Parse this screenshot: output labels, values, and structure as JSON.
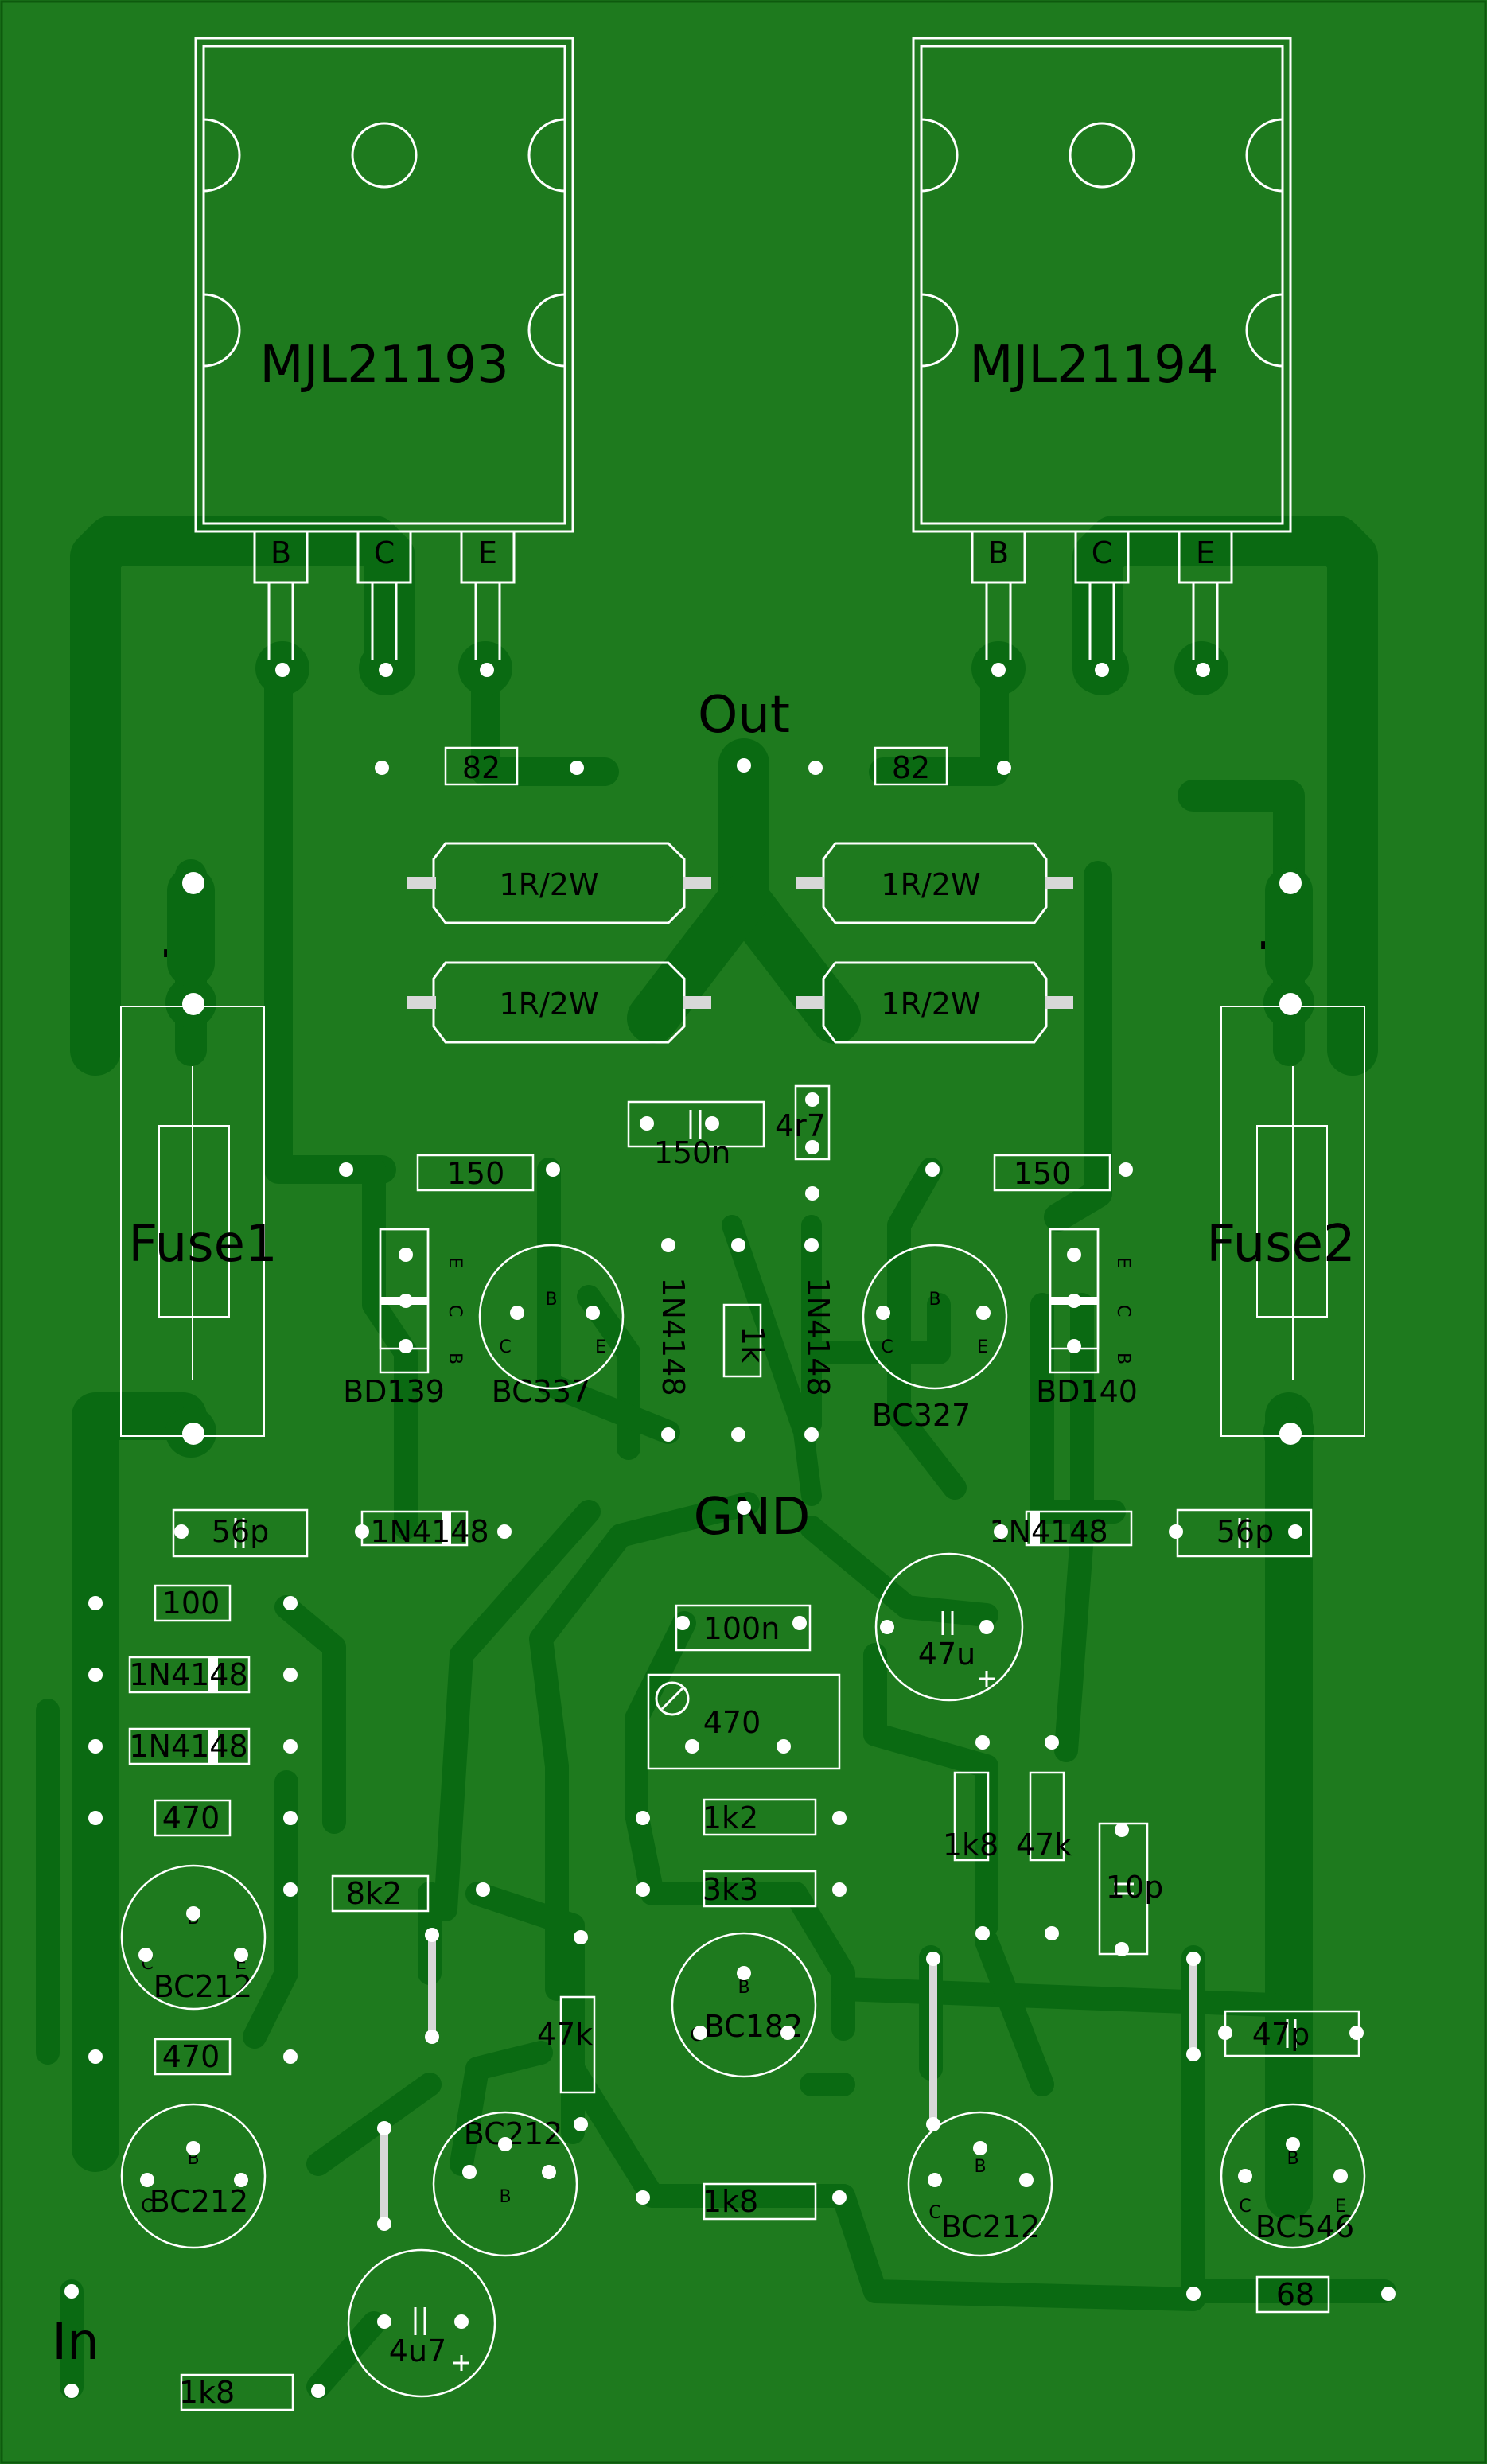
{
  "board": {
    "colors": {
      "background": "#1e7a1e",
      "copper": "#0a6a12",
      "silkscreen": "#ffffff",
      "text": "#000000"
    }
  },
  "labels": {
    "q_left": "MJL21193",
    "q_right": "MJL21194",
    "pin_b": "B",
    "pin_c": "C",
    "pin_e": "E",
    "out": "Out",
    "gnd": "GND",
    "in": "In",
    "plus": "+",
    "minus": "−",
    "fuse1": "Fuse1",
    "fuse2": "Fuse2"
  },
  "components": {
    "r82a": "82",
    "r82b": "82",
    "r1r_1": "1R/2W",
    "r1r_2": "1R/2W",
    "r1r_3": "1R/2W",
    "r1r_4": "1R/2W",
    "c150n": "150n",
    "r4r7": "4r7",
    "r150a": "150",
    "r150b": "150",
    "bd139": "BD139",
    "bc337": "BC337",
    "bc327": "BC327",
    "bd140": "BD140",
    "d1": "1N4148",
    "d2": "1N4148",
    "r1k": "1k",
    "c56pa": "56p",
    "c56pb": "56p",
    "d3": "1N4148",
    "d4": "1N4148",
    "r100": "100",
    "d5": "1N4148",
    "d6": "1N4148",
    "r470a": "470",
    "c100n": "100n",
    "c47u": "47u",
    "trim470": "470",
    "r1k2": "1k2",
    "r3k3": "3k3",
    "r1k8a": "1k8",
    "r47ka": "47k",
    "c10p": "10p",
    "r8k2": "8k2",
    "bc212a": "BC212",
    "bc182": "BC182",
    "r470b": "470",
    "r47kb": "47k",
    "c47p": "47p",
    "bc212b": "BC212",
    "bc212c": "BC212",
    "r1k8b": "1k8",
    "bc212d": "BC212",
    "bc546": "BC546",
    "c4u7": "4u7",
    "r68": "68",
    "r1k8c": "1k8",
    "pin_small_b": "B",
    "pin_small_c": "C",
    "pin_small_e": "E"
  }
}
